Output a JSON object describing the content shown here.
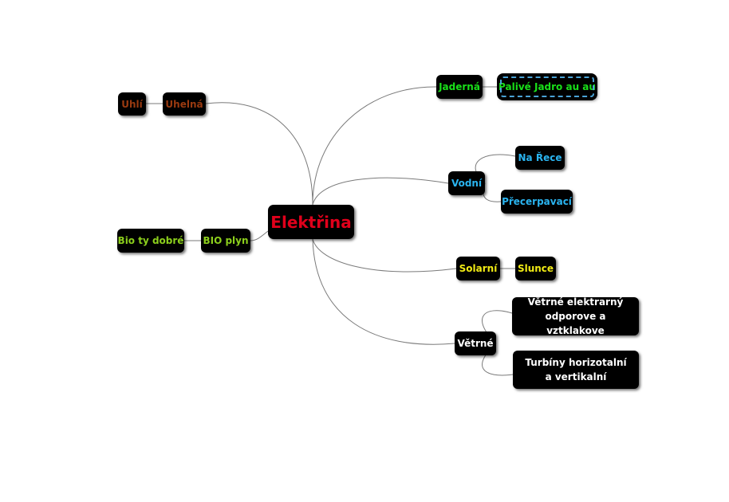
{
  "mindmap": {
    "root": {
      "label": "Elektřina",
      "color": "#e0001b"
    },
    "nodes": {
      "uhelna": {
        "label": "Uhelná",
        "color": "#9a3a10"
      },
      "uhli": {
        "label": "Uhlí",
        "color": "#9a3a10"
      },
      "bio_plyn": {
        "label": "BIO plyn",
        "color": "#8ccf1c"
      },
      "bio_ty_dobre": {
        "label": "Bio ty dobré",
        "color": "#8ccf1c"
      },
      "jaderna": {
        "label": "Jaderná",
        "color": "#19e019"
      },
      "palive_jadro": {
        "label": "Palivé Jadro au au",
        "color": "#19e019"
      },
      "vodni": {
        "label": "Vodní",
        "color": "#2ab4f0"
      },
      "na_rece": {
        "label": "Na Řece",
        "color": "#2ab4f0"
      },
      "precerpavaci": {
        "label": "Přecerpavací",
        "color": "#2ab4f0"
      },
      "solarni": {
        "label": "Solarní",
        "color": "#f0ea14"
      },
      "slunce": {
        "label": "Slunce",
        "color": "#f0ea14"
      },
      "vetrne": {
        "label": "Větrné",
        "color": "#ffffff"
      },
      "vetrne_elektrarny": {
        "label": "Větrné elektrarný odporove a vztklakove",
        "color": "#ffffff"
      },
      "turbiny": {
        "label": "Turbíny horizotalní a vertikalní",
        "color": "#ffffff"
      }
    }
  }
}
